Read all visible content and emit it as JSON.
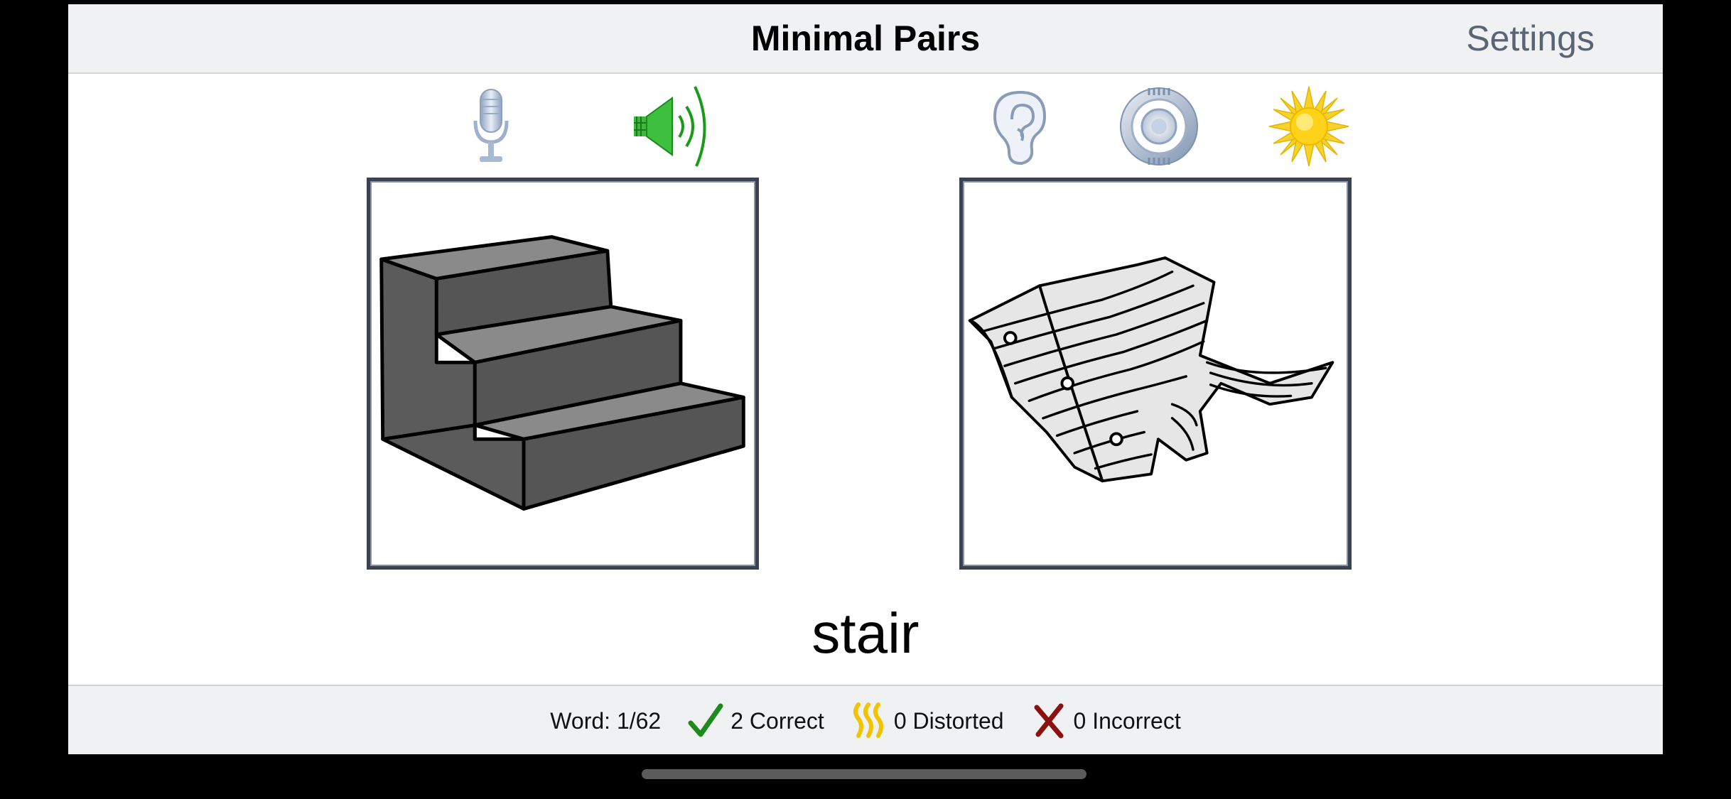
{
  "navbar": {
    "title": "Minimal Pairs",
    "settings_label": "Settings"
  },
  "toolbar": {
    "icons": [
      "microphone-icon",
      "speaker-icon",
      "ear-icon",
      "target-icon",
      "sun-icon"
    ],
    "speaker_color": "#1a9a1a",
    "sun_color": "#f5c400"
  },
  "cards": [
    {
      "word": "stair",
      "image": "stairs-illustration"
    },
    {
      "word": "shirt",
      "image": "striped-shirt-illustration"
    }
  ],
  "target_word": "stair",
  "score": {
    "word_progress": "Word: 1/62",
    "correct_label": "2 Correct",
    "distorted_label": "0 Distorted",
    "incorrect_label": "0 Incorrect",
    "correct_color": "#1e8a1e",
    "distorted_color": "#f2c300",
    "incorrect_color": "#8b1010"
  }
}
